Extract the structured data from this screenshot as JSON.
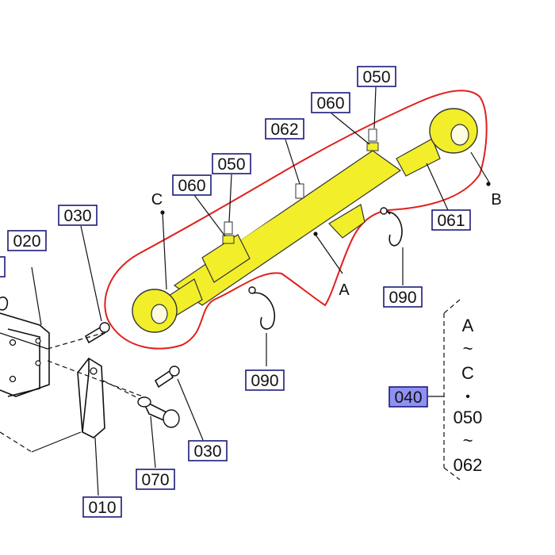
{
  "colors": {
    "label_box_border": "#1a1a7a",
    "label_box_fill": "#ffffff",
    "highlight_yellow": "#f2ee2a",
    "highlight_box_fill": "#8f91f2",
    "outline_red": "#e0201c",
    "ink": "#111111"
  },
  "labels": {
    "p050_top": "050",
    "p060_top": "060",
    "p062": "062",
    "p050_mid": "050",
    "p060_mid": "060",
    "p030_top": "030",
    "p020": "020",
    "p061": "061",
    "p090_right": "090",
    "p090_bottom": "090",
    "p040": "040",
    "p030_bottom": "030",
    "p070": "070",
    "p010": "010",
    "letter_a": "A",
    "letter_b": "B",
    "letter_c": "C"
  },
  "legend": {
    "line1": "A",
    "tilde1": "~",
    "line2": "C",
    "dot": "•",
    "line3": "050",
    "tilde2": "~",
    "line4": "062"
  }
}
